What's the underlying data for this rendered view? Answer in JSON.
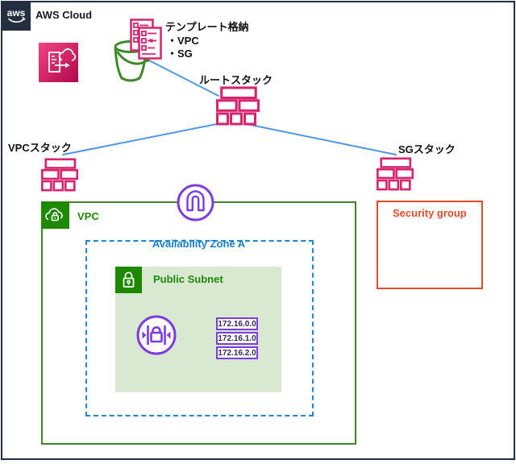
{
  "aws_cloud": {
    "logo_text": "aws",
    "label": "AWS Cloud"
  },
  "template_storage": {
    "title": "テンプレート格納",
    "items": [
      "・VPC",
      "・SG"
    ]
  },
  "stacks": {
    "root": {
      "label": "ルートスタック"
    },
    "vpc": {
      "label": "VPCスタック"
    },
    "sg": {
      "label": "SGスタック"
    }
  },
  "vpc_group": {
    "label": "VPC"
  },
  "availability_zone": {
    "label": "Availability Zone A"
  },
  "public_subnet": {
    "label": "Public Subnet",
    "cidr_blocks": [
      "172.16.0.0",
      "172.16.1.0",
      "172.16.2.0"
    ]
  },
  "security_group": {
    "label": "Security group"
  },
  "icons": {
    "aws_logo": "aws-logo-icon",
    "cloudformation": "cloudformation-service-icon",
    "s3_bucket": "s3-bucket-sketch-icon",
    "template_files": "template-documents-icon",
    "stack": "cloudformation-stack-icon",
    "vpc": "vpc-cloud-lock-icon",
    "internet_gateway": "internet-gateway-icon",
    "public_subnet": "subnet-lock-icon",
    "network_acl": "network-acl-lock-icon"
  },
  "colors": {
    "navy": "#232F3E",
    "pink": "#D6246E",
    "cf_gradient_start": "#F34482",
    "cf_gradient_end": "#B0084D",
    "bucket_green": "#3E8A28",
    "vpc_border_green": "#3F8624",
    "dark_green_fill": "#1E8900",
    "subnet_fill": "#D9E8D1",
    "az_blue": "#1E87C8",
    "connector_blue": "#4E96E9",
    "purple": "#7B3DE0",
    "security_red": "#E5492E"
  }
}
